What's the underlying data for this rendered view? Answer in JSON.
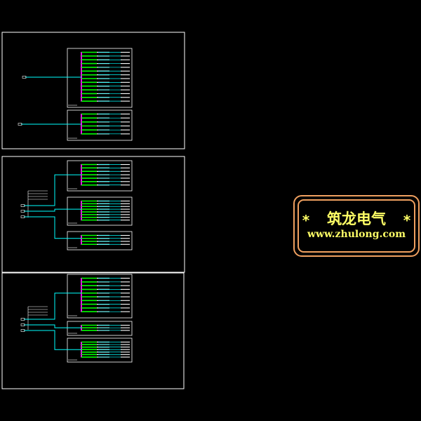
{
  "watermark": {
    "title": "筑龙电气",
    "url": "www.zhulong.com",
    "star": "*"
  },
  "colors": {
    "background": "#000000",
    "frame": "#ffffff",
    "feeder": "#00ffff",
    "busbar": "#ff00ff",
    "breaker": "#00ff00",
    "label": "#ffffff",
    "logo_text": "#ffff66",
    "logo_border": "#f0a060"
  },
  "sheets": [
    {
      "name": "sheet-1",
      "panels": [
        {
          "rows": 14,
          "incoming": "straight"
        },
        {
          "rows": 6,
          "incoming": "straight"
        }
      ]
    },
    {
      "name": "sheet-2",
      "panels": [
        {
          "rows": 7,
          "incoming": "routed"
        },
        {
          "rows": 8,
          "incoming": "routed"
        },
        {
          "rows": 4,
          "incoming": "routed"
        }
      ]
    },
    {
      "name": "sheet-3",
      "panels": [
        {
          "rows": 10,
          "incoming": "routed"
        },
        {
          "rows": 3,
          "incoming": "routed"
        },
        {
          "rows": 7,
          "incoming": "routed"
        }
      ]
    }
  ]
}
